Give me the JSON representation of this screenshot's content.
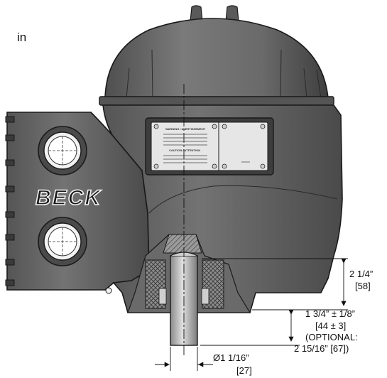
{
  "units_label": "in",
  "brand": "BECK",
  "nameplate": {
    "warning_heading": "WARNING / AVERTISSEMENT",
    "caution_heading": "CAUTION / ATTENTION"
  },
  "dimensions": {
    "shaft_height_in": "2 1/4”",
    "shaft_height_mm": "[58]",
    "extension_in": "1 3/4” ± 1/8”",
    "extension_mm": "[44 ± 3]",
    "optional_label": "(OPTIONAL:",
    "optional_value": "2 15/16” [67])",
    "diameter_in": "Ø1 1/16”",
    "diameter_mm": "[27]"
  },
  "colors": {
    "body": "#6b6b6b",
    "body_dark": "#4d4d4d",
    "outline": "#1a1a1a",
    "shaft": "#bdbdbd",
    "seal": "#8a8a8a"
  }
}
